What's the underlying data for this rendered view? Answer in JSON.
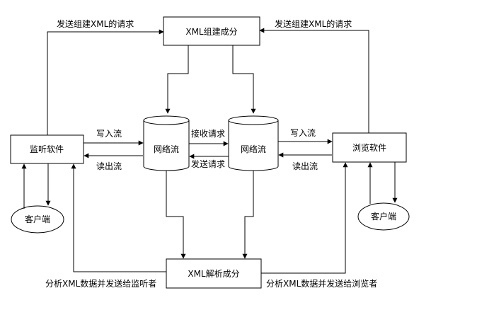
{
  "nodes": {
    "xml_builder": "XML组建成分",
    "xml_parser": "XML解析成分",
    "listener": "监听软件",
    "browser": "浏览软件",
    "stream_left": "网络流",
    "stream_right": "网络流",
    "client_left": "客户端",
    "client_right": "客户端"
  },
  "edges": {
    "request_left": "发送组建XML的请求",
    "request_right": "发送组建XML的请求",
    "write_left": "写入流",
    "read_left": "读出流",
    "receive_request": "接收请求",
    "send_request": "发送请求",
    "write_right": "写入流",
    "read_right": "读出流",
    "parse_to_listener": "分析XML数据并发送给监听者",
    "parse_to_browser": "分析XML数据并发送给浏览者"
  }
}
